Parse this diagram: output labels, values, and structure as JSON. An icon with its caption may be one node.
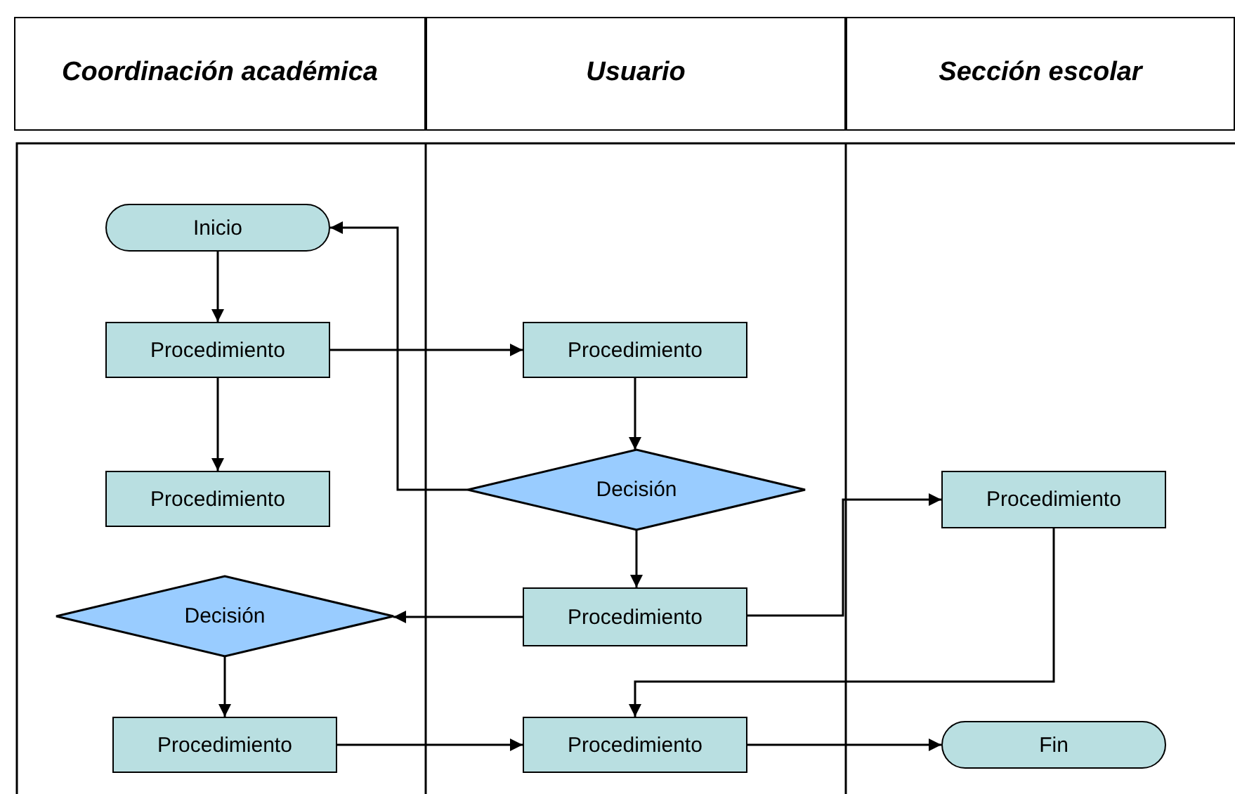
{
  "diagram": {
    "nodes": [
      {
        "text": [
          "Coordinación académica"
        ]
      },
      {
        "text": [
          "Usuario"
        ]
      },
      {
        "text": [
          "Sección escolar"
        ]
      },
      {
        "text": [
          "Inicio"
        ]
      },
      {
        "text": [
          "Procedimiento"
        ]
      },
      {
        "text": [
          "Procedimiento"
        ]
      },
      {
        "text": [
          "Procedimiento"
        ]
      },
      {
        "text": [
          "Decisión"
        ]
      },
      {
        "text": [
          "Procedimiento"
        ]
      },
      {
        "text": [
          "Decisión"
        ]
      },
      {
        "text": [
          "Procedimiento"
        ]
      },
      {
        "text": [
          "Procedimiento"
        ]
      },
      {
        "text": [
          "Procedimiento"
        ]
      },
      {
        "text": [
          "Fin"
        ]
      }
    ],
    "edges": [
      {
        "from": 3,
        "to": 4,
        "arrow": "to"
      },
      {
        "from": 4,
        "to": 6,
        "arrow": "to"
      },
      {
        "from": 4,
        "to": 5,
        "arrow": "to"
      },
      {
        "from": 5,
        "to": 7,
        "arrow": "to"
      },
      {
        "from": 7,
        "to": 3,
        "arrow": "to"
      },
      {
        "from": 7,
        "to": 10,
        "arrow": "to"
      },
      {
        "from": 10,
        "to": 9,
        "arrow": "to"
      },
      {
        "from": 10,
        "to": 8,
        "arrow": "to"
      },
      {
        "from": 8,
        "to": 12,
        "arrow": "to"
      },
      {
        "from": 9,
        "to": 11,
        "arrow": "to"
      },
      {
        "from": 11,
        "to": 12,
        "arrow": "to"
      },
      {
        "from": 12,
        "to": 13,
        "arrow": "to"
      }
    ]
  }
}
